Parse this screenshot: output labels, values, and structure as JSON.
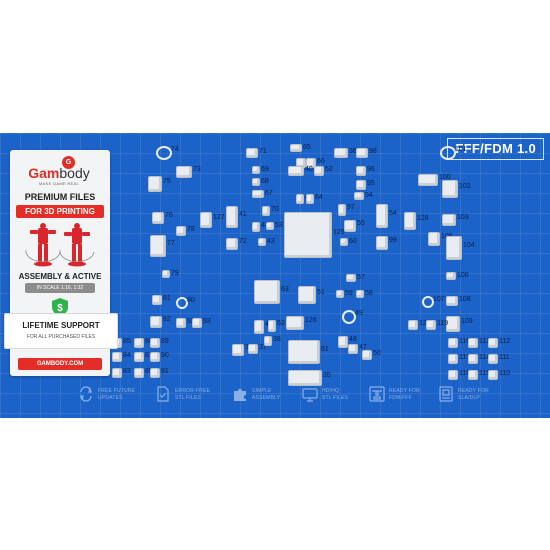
{
  "board": {
    "format_label": "FFF/FDM 1.0",
    "parts": [
      "74",
      "73",
      "75",
      "76",
      "78",
      "77",
      "79",
      "81",
      "80",
      "82",
      "92",
      "93",
      "85",
      "84",
      "86",
      "89",
      "87",
      "90",
      "83",
      "88",
      "91",
      "71",
      "69",
      "68",
      "67",
      "70",
      "41",
      "42",
      "53",
      "43",
      "72",
      "127",
      "65",
      "46",
      "66",
      "40",
      "52",
      "45",
      "64",
      "125",
      "63",
      "44",
      "62",
      "126",
      "39",
      "37",
      "38",
      "61",
      "35",
      "36",
      "98",
      "96",
      "95",
      "94",
      "97",
      "55",
      "54",
      "60",
      "99",
      "128",
      "57",
      "59",
      "58",
      "51",
      "49",
      "48",
      "47",
      "50",
      "101",
      "100",
      "102",
      "103",
      "105",
      "104",
      "106",
      "107",
      "108",
      "109",
      "120",
      "119",
      "116",
      "113",
      "112",
      "117",
      "114",
      "111",
      "118",
      "115",
      "110"
    ]
  },
  "card": {
    "logo_mark": "G",
    "logo_word_a": "Gam",
    "logo_word_b": "body",
    "logo_tagline": "MAKE GAME REAL",
    "premium": "PREMIUM FILES",
    "printing": "FOR 3D PRINTING",
    "assembly": "ASSEMBLY & ACTIVE",
    "scale": "IN SCALE 1:16, 1:32",
    "shield_mark": "$",
    "support_title": "LIFETIME SUPPORT",
    "support_sub": "FOR ALL PURCHASED FILES",
    "site": "GAMBODY.COM"
  },
  "features": [
    {
      "icon": "updates-icon",
      "label": "FREE FUTURE\nUPDATES"
    },
    {
      "icon": "error-free-icon",
      "label": "ERROR-FREE\nSTL FILES"
    },
    {
      "icon": "puzzle-icon",
      "label": "SIMPLE\nASSEMBLY"
    },
    {
      "icon": "hd-files-icon",
      "label": "HD/HQ\nSTL FILES"
    },
    {
      "icon": "printer-icon",
      "label": "READY FOR\nFDM/FFF"
    },
    {
      "icon": "resin-printer-icon",
      "label": "READY FOR\nSLA/DLP"
    }
  ],
  "colors": {
    "board": "#1c63c9",
    "brand_red": "#e52d27",
    "part_gray": "#e9ecf0"
  }
}
